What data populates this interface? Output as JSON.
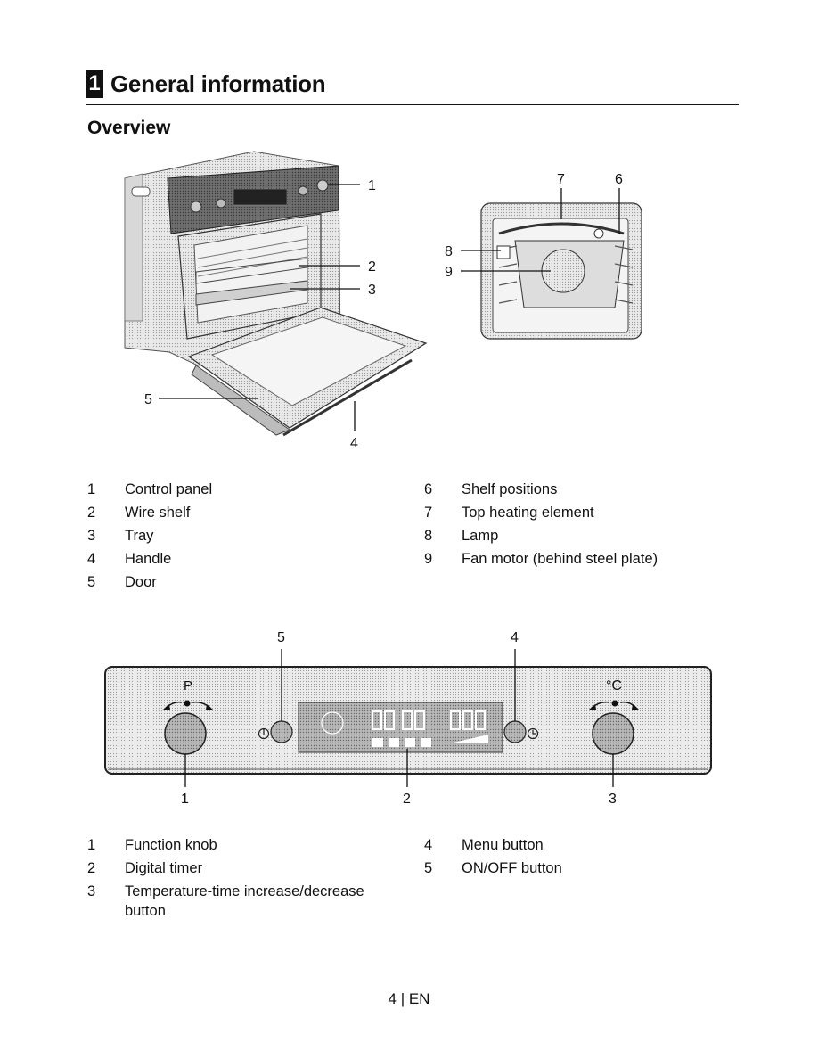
{
  "chapter": {
    "number": "1",
    "title": "General information"
  },
  "section": {
    "title": "Overview"
  },
  "figure1": {
    "callouts": [
      "1",
      "2",
      "3",
      "4",
      "5",
      "6",
      "7",
      "8",
      "9"
    ],
    "legend_left": [
      {
        "num": "1",
        "text": "Control panel"
      },
      {
        "num": "2",
        "text": "Wire shelf"
      },
      {
        "num": "3",
        "text": "Tray"
      },
      {
        "num": "4",
        "text": "Handle"
      },
      {
        "num": "5",
        "text": "Door"
      }
    ],
    "legend_right": [
      {
        "num": "6",
        "text": "Shelf positions"
      },
      {
        "num": "7",
        "text": "Top heating element"
      },
      {
        "num": "8",
        "text": "Lamp"
      },
      {
        "num": "9",
        "text": "Fan motor (behind steel plate)"
      }
    ]
  },
  "figure2": {
    "callouts": [
      "5",
      "4",
      "1",
      "2",
      "3"
    ],
    "panel_labels": {
      "p": "P",
      "celsius": "°C"
    },
    "legend_left": [
      {
        "num": "1",
        "text": "Function knob"
      },
      {
        "num": "2",
        "text": "Digital timer"
      },
      {
        "num": "3",
        "text": "Temperature-time increase/decrease",
        "text2": "button"
      }
    ],
    "legend_right": [
      {
        "num": "4",
        "text": "Menu button"
      },
      {
        "num": "5",
        "text": "ON/OFF button"
      }
    ]
  },
  "footer": {
    "page": "4 | EN"
  }
}
